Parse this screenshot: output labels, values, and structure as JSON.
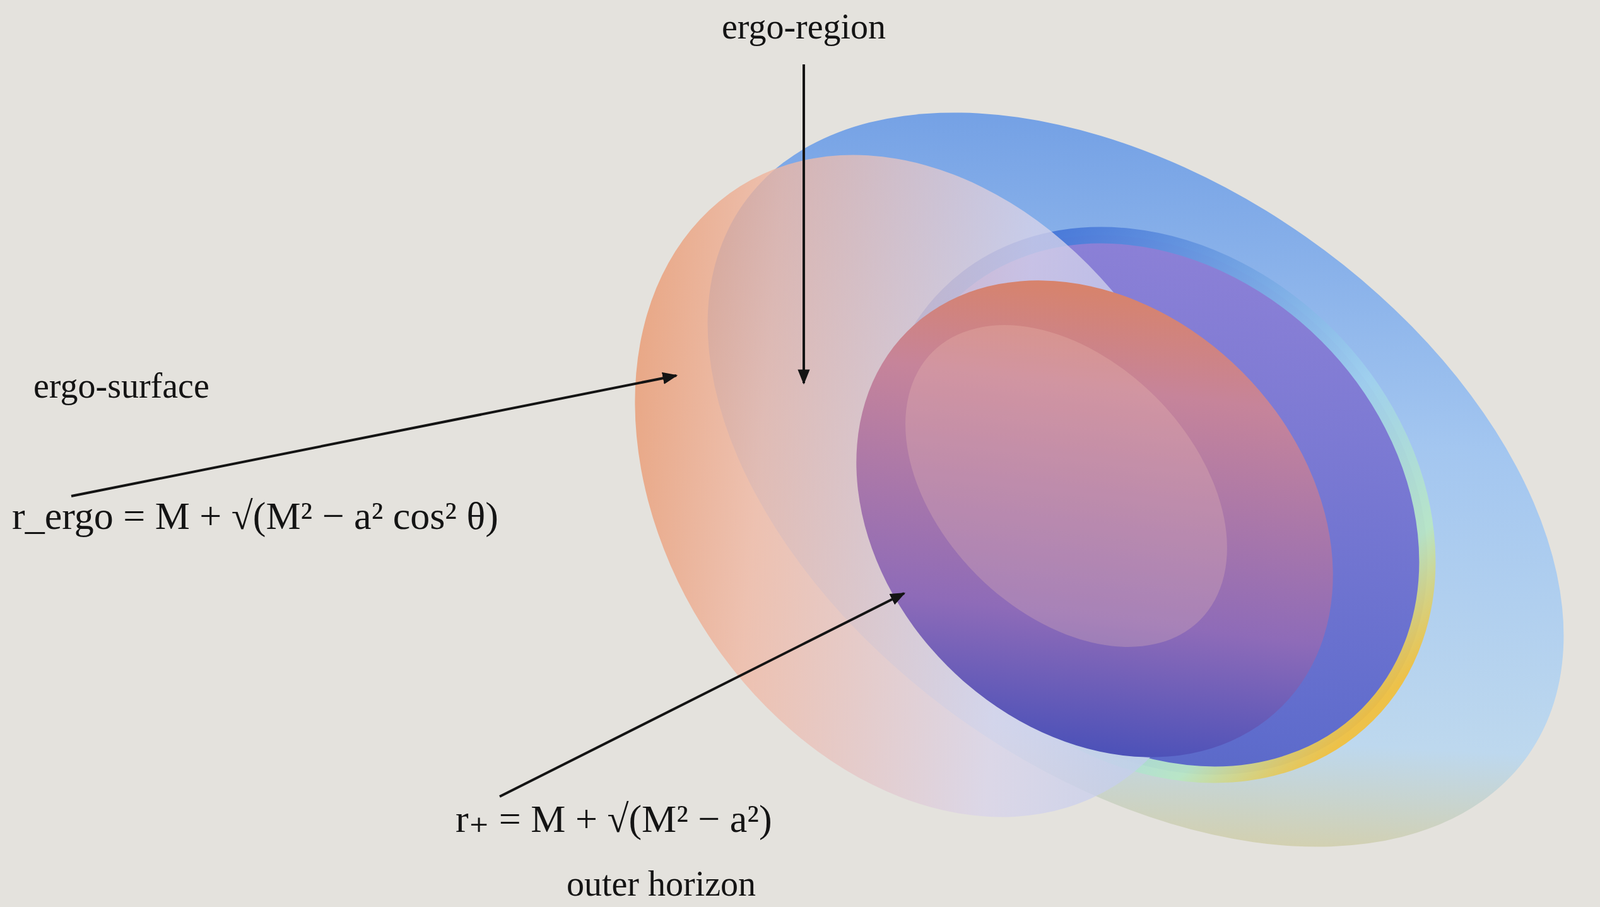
{
  "diagram": {
    "labels": [
      "ergo-region",
      "ergo-surface",
      "r_ergo = M + √(M² − a² cos² θ)",
      "r₊ = M + √(M² − a²)",
      "outer horizon"
    ]
  }
}
